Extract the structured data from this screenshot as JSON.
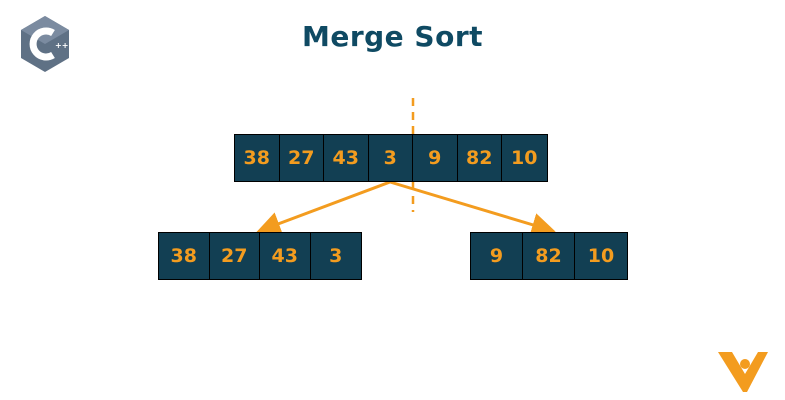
{
  "title": "Merge Sort",
  "logo_text": "C++",
  "colors": {
    "title": "#0f4a63",
    "cell_bg": "#123f53",
    "cell_text": "#f39c1f",
    "accent": "#f39c1f",
    "logo": "#5f7185"
  },
  "icons": {
    "logo": "cpp-logo-icon",
    "brand": "brand-figure-icon"
  },
  "diagram": {
    "original": [
      "38",
      "27",
      "43",
      "3",
      "9",
      "82",
      "10"
    ],
    "left_half": [
      "38",
      "27",
      "43",
      "3"
    ],
    "right_half": [
      "9",
      "82",
      "10"
    ]
  }
}
